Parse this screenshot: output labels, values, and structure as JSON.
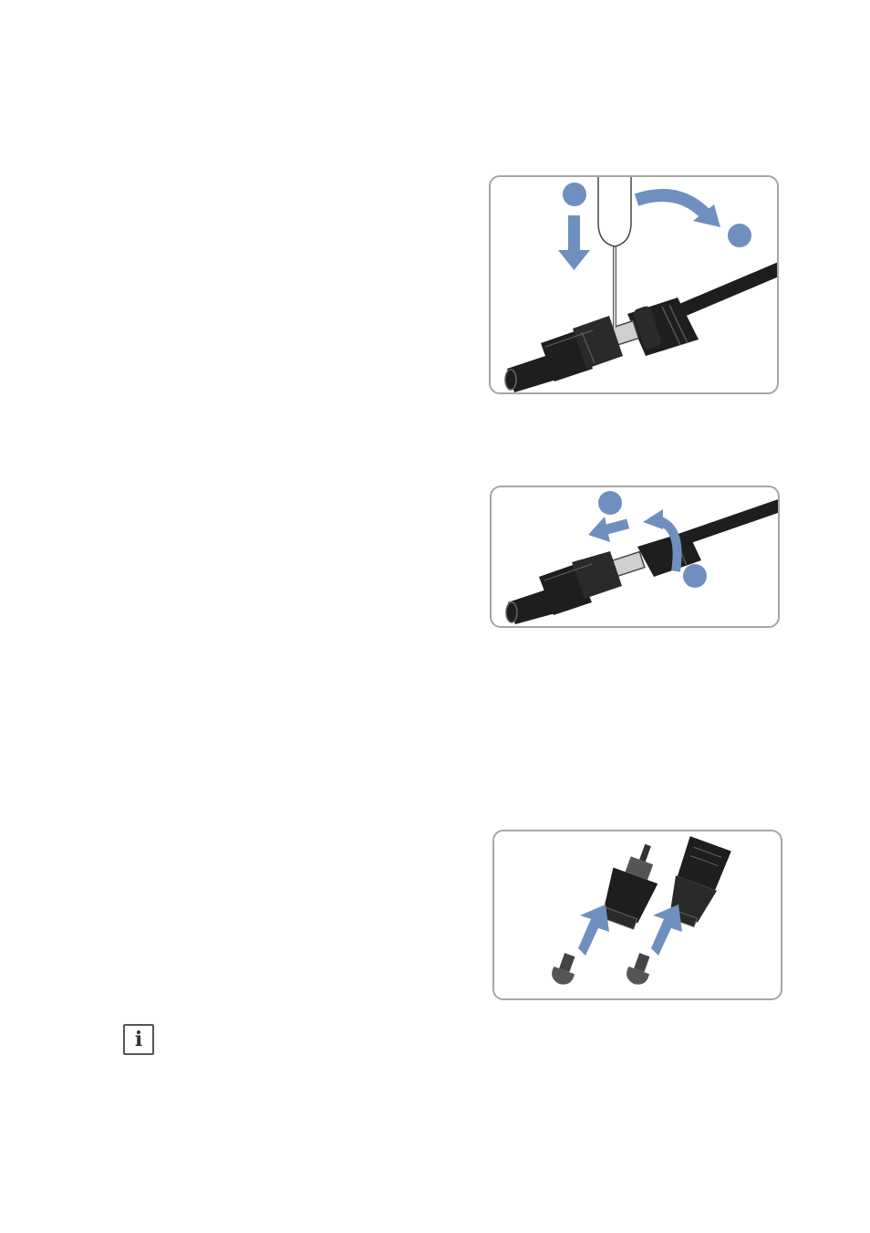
{
  "document": {
    "figures": [
      {
        "id": "fig1",
        "icon": "screwdriver-release-connector"
      },
      {
        "id": "fig2",
        "icon": "unscrew-and-separate-connector"
      },
      {
        "id": "fig3",
        "icon": "insert-sealing-plugs"
      }
    ],
    "note_icon": {
      "name": "information-icon",
      "glyph": "i"
    },
    "colors": {
      "accent": "#6f8fbf",
      "frame": "#a6a6a6",
      "connector": "#1e1e1e"
    }
  }
}
